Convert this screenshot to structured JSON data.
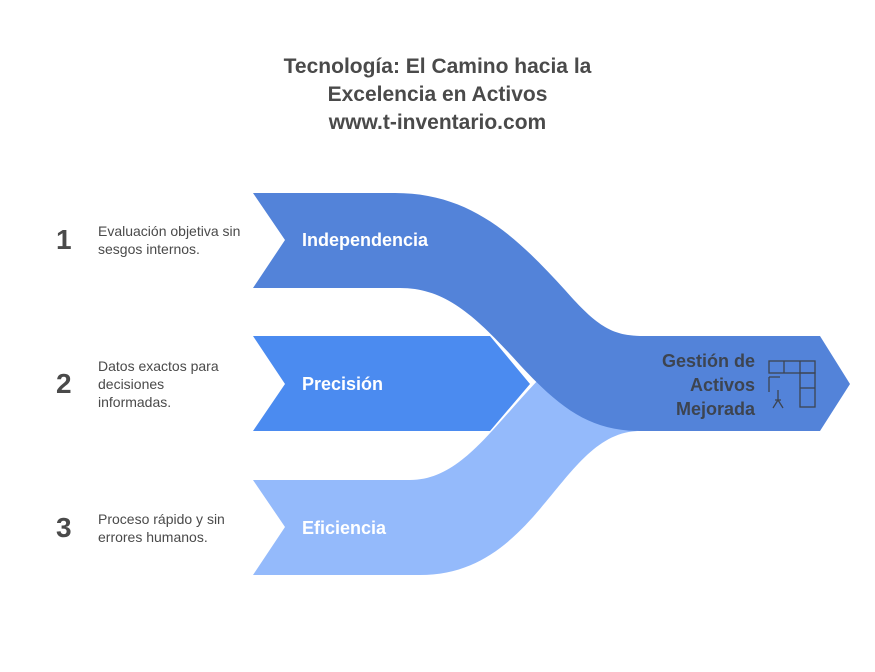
{
  "title": {
    "line1": "Tecnología: El Camino hacia la",
    "line2": "Excelencia en Activos",
    "line3": "www.t-inventario.com"
  },
  "items": [
    {
      "number": "1",
      "label": "Independencia",
      "description": "Evaluación objetiva sin sesgos internos."
    },
    {
      "number": "2",
      "label": "Precisión",
      "description": "Datos exactos para decisiones informadas."
    },
    {
      "number": "3",
      "label": "Eficiencia",
      "description": "Proceso rápido y sin errores humanos."
    }
  ],
  "goal": {
    "label": "Gestión de Activos Mejorada",
    "icon": "floor-plan-icon"
  },
  "colors": {
    "top": "#5383d9",
    "middle": "#4b8bf0",
    "bottom": "#94bafb",
    "text": "#4a4a4a"
  }
}
